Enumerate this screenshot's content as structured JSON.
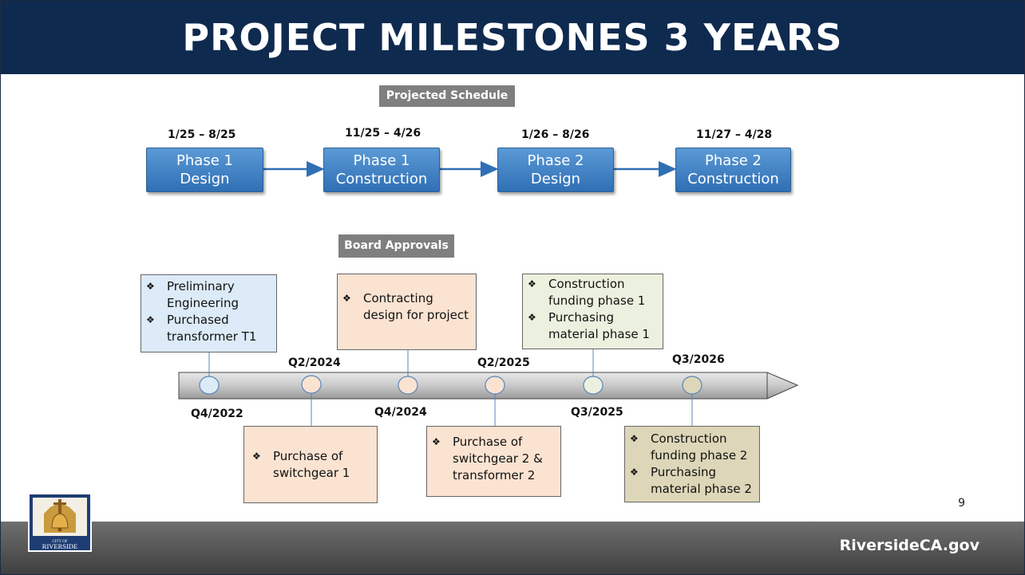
{
  "slide": {
    "title": "PROJECT MILESTONES 3 YEARS",
    "page_number": "9",
    "footer_link": "RiversideCA.gov",
    "logo": {
      "icon": "city-of-riverside-bell-logo",
      "text": "CITY OF RIVERSIDE"
    },
    "colors": {
      "title_bar": "#0f2a4f",
      "phase_box": "#3f7fc4",
      "footer": "#555555"
    }
  },
  "schedule": {
    "heading": "Projected Schedule",
    "phases": [
      {
        "date": "1/25 – 8/25",
        "line1": "Phase 1",
        "line2": "Design"
      },
      {
        "date": "11/25 – 4/26",
        "line1": "Phase 1",
        "line2": "Construction"
      },
      {
        "date": "1/26 – 8/26",
        "line1": "Phase 2",
        "line2": "Design"
      },
      {
        "date": "11/27 – 4/28",
        "line1": "Phase 2",
        "line2": "Construction"
      }
    ]
  },
  "approvals": {
    "heading": "Board Approvals",
    "quarters": [
      "Q4/2022",
      "Q2/2024",
      "Q4/2024",
      "Q2/2025",
      "Q3/2025",
      "Q3/2026"
    ],
    "notes": [
      {
        "quarter": "Q4/2022",
        "items": [
          "Preliminary Engineering",
          "Purchased transformer T1"
        ]
      },
      {
        "quarter": "Q2/2024",
        "items": [
          "Purchase of switchgear 1"
        ]
      },
      {
        "quarter": "Q4/2024",
        "items": [
          "Contracting design for project"
        ]
      },
      {
        "quarter": "Q2/2025",
        "items": [
          "Purchase of switchgear 2 & transformer 2"
        ]
      },
      {
        "quarter": "Q3/2025",
        "items": [
          "Construction funding phase 1",
          "Purchasing material phase 1"
        ]
      },
      {
        "quarter": "Q3/2026",
        "items": [
          "Construction funding phase 2",
          "Purchasing material phase 2"
        ]
      }
    ]
  }
}
